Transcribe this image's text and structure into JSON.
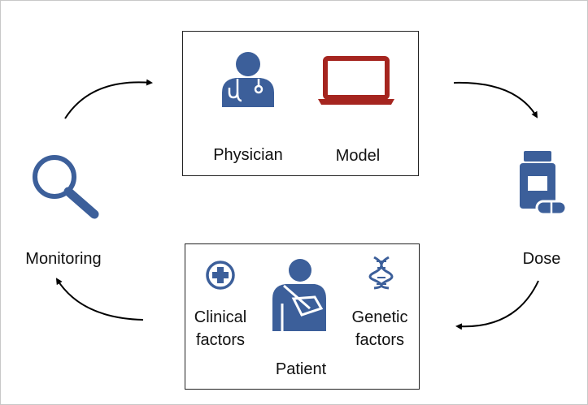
{
  "top_box": {
    "physician_label": "Physician",
    "model_label": "Model"
  },
  "bottom_box": {
    "clinical_label_line1": "Clinical",
    "clinical_label_line2": "factors",
    "genetic_label_line1": "Genetic",
    "genetic_label_line2": "factors",
    "patient_label": "Patient"
  },
  "monitoring_label": "Monitoring",
  "dose_label": "Dose",
  "colors": {
    "icon_blue": "#3c5f9a",
    "laptop_red": "#a5251f",
    "arrow": "#000000",
    "box_border": "#222222"
  },
  "icons": [
    "doctor-icon",
    "laptop-icon",
    "pill-bottle-icon",
    "magnifier-icon",
    "patient-icon",
    "medical-cross-icon",
    "dna-icon"
  ]
}
